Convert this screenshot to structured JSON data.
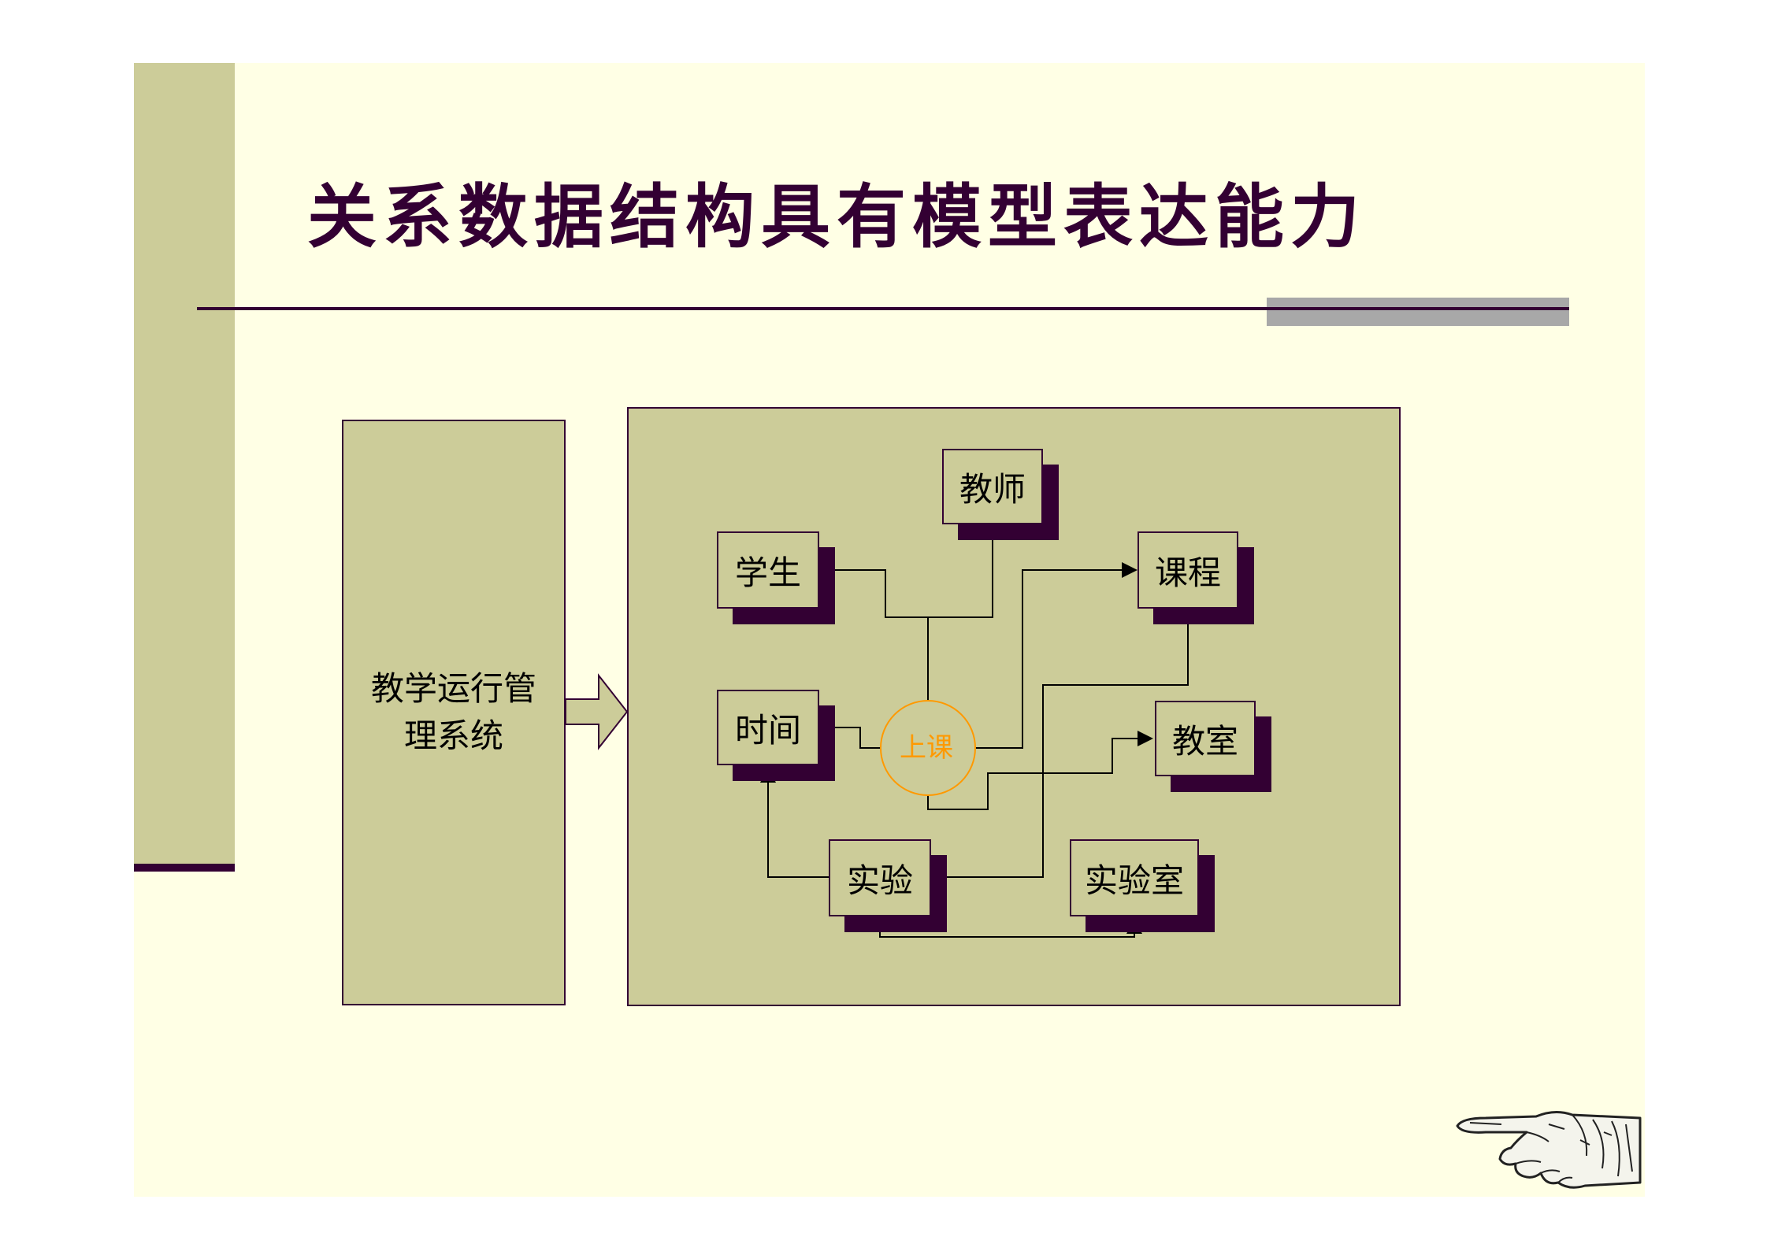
{
  "slide": {
    "title": "关系数据结构具有模型表达能力"
  },
  "left_panel": {
    "label_line1": "教学运行管",
    "label_line2": "理系统"
  },
  "diagram": {
    "center": "上课",
    "nodes": {
      "teacher": "教师",
      "student": "学生",
      "course": "课程",
      "time": "时间",
      "classroom": "教室",
      "experiment": "实验",
      "lab": "实验室"
    }
  },
  "colors": {
    "background": "#ffffe5",
    "panel": "#cccc99",
    "dark": "#330033",
    "accent_grey": "#a8a8a8",
    "center_circle": "#ff9900"
  }
}
